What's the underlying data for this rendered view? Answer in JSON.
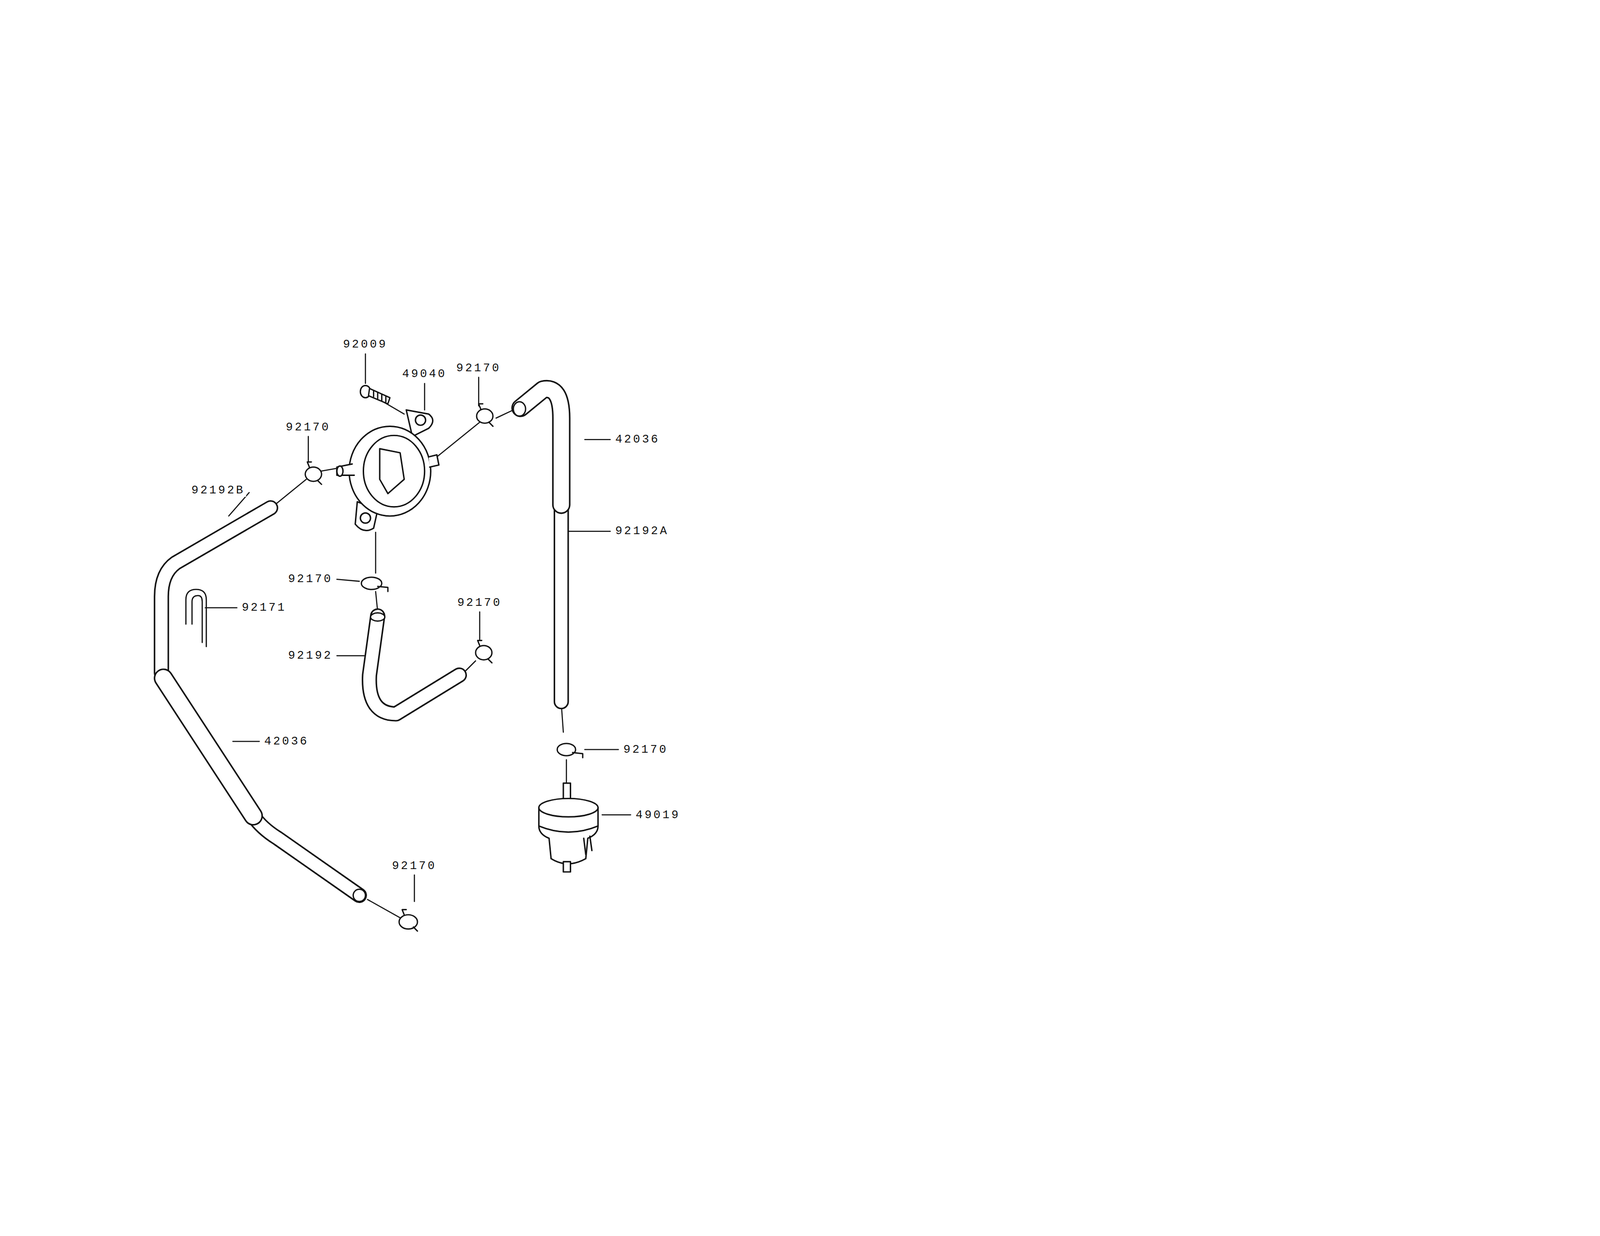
{
  "diagram": {
    "labels": [
      "92009",
      "49040",
      "92170",
      "92170",
      "42036",
      "92192B",
      "92192A",
      "92170",
      "92171",
      "92170",
      "92192",
      "42036",
      "92170",
      "49019",
      "92170"
    ]
  }
}
